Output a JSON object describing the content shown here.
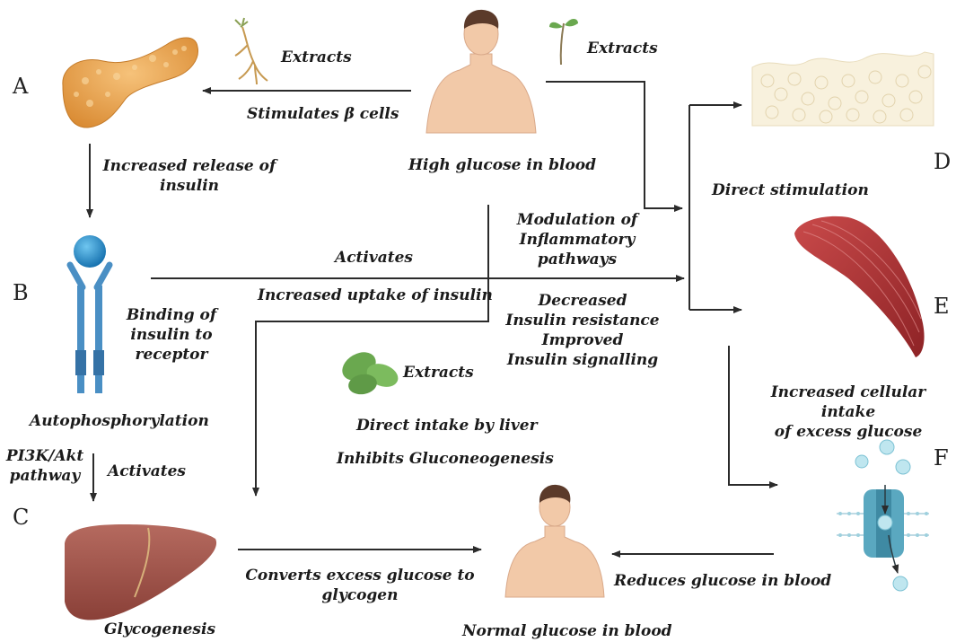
{
  "panel_letters": [
    "A",
    "B",
    "C",
    "D",
    "E",
    "F"
  ],
  "labels": {
    "extracts_ginseng": "Extracts",
    "extracts_sprout": "Extracts",
    "extracts_leaf": "Extracts",
    "stimulates_beta": "Stimulates β cells",
    "high_glucose": "High glucose in blood",
    "increased_release": "Increased release of\ninsulin",
    "direct_stimulation": "Direct stimulation",
    "modulation": "Modulation of\nInflammatory\npathways",
    "activates_main": "Activates",
    "increased_uptake": "Increased uptake of insulin",
    "decreased": "Decreased\nInsulin resistance\nImproved\nInsulin signalling",
    "binding": "Binding of\ninsulin to\nreceptor",
    "autophos": "Autophosphorylation",
    "pi3k": "PI3K/Akt\npathway",
    "activates_c": "Activates",
    "direct_intake": "Direct intake by liver",
    "inhibits_gng": "Inhibits Gluconeogenesis",
    "cellular_intake": "Increased cellular intake\nof excess glucose",
    "converts": "Converts excess glucose to\nglycogen",
    "reduces": "Reduces glucose in blood",
    "glycogenesis": "Glycogenesis",
    "normal_glucose": "Normal glucose in blood"
  },
  "icons": [
    "pancreas-icon",
    "ginseng-root-icon",
    "human-torso-icon",
    "sprout-icon",
    "adipose-tissue-icon",
    "insulin-receptor-icon",
    "muscle-icon",
    "leaf-icon",
    "glucose-transporter-icon",
    "liver-icon"
  ],
  "colors": {
    "arrow": "#2b2b2b",
    "pancreas": "#e8a24a",
    "receptor_ball": "#1e8fd0",
    "receptor_body": "#4a8fc4",
    "muscle": "#b8393b",
    "liver": "#a4564c",
    "leaf": "#6aa84f",
    "skin": "#f2c9a8",
    "transporter": "#5aa8c0"
  }
}
